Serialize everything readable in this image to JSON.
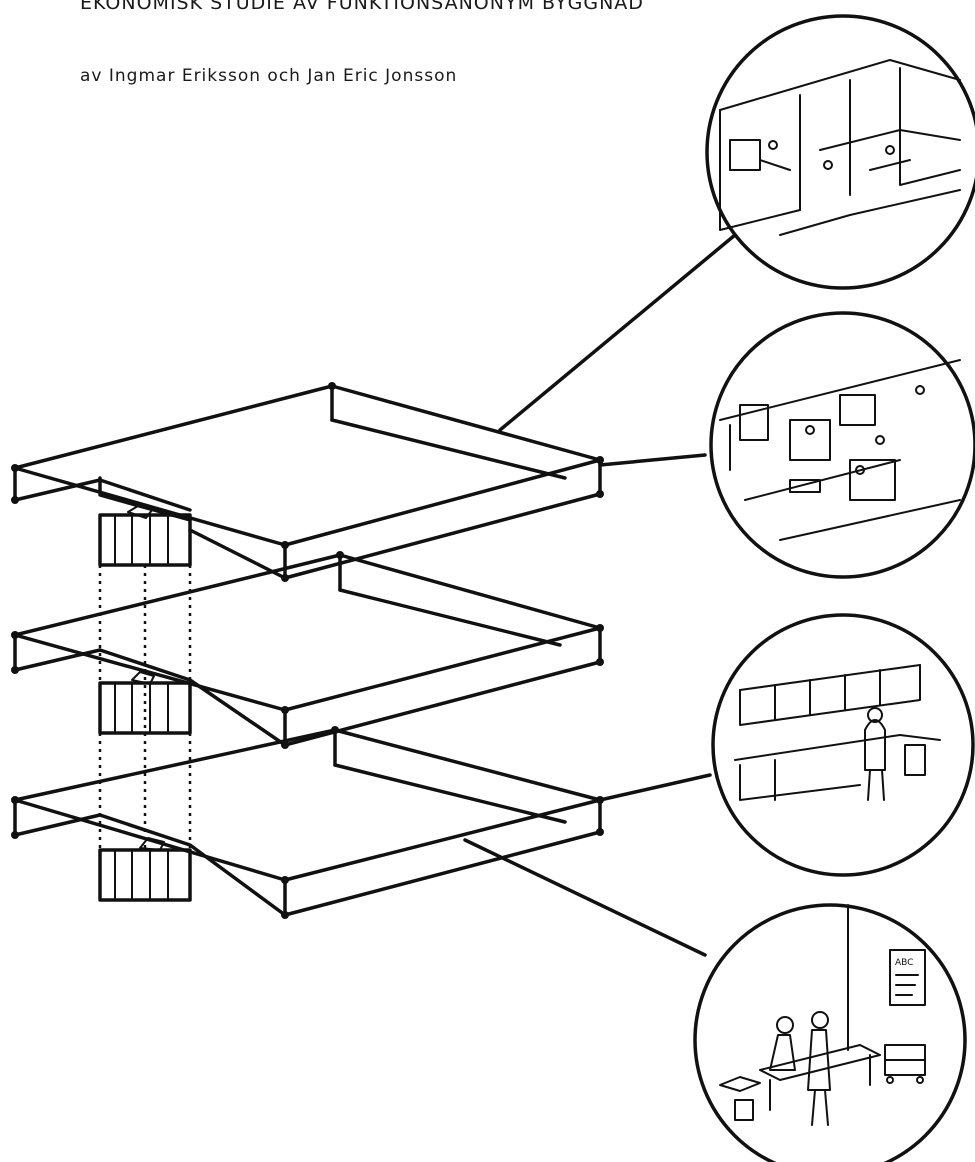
{
  "heading": "EKONOMISK STUDIE AV FUNKTIONSANONYM BYGGNAD",
  "authors": "av Ingmar Eriksson och Jan Eric Jonsson",
  "vignettes": [
    "office-cells-icon",
    "open-plan-office-icon",
    "laboratory-icon",
    "medical-examination-icon"
  ],
  "chart_letters": "ABC"
}
